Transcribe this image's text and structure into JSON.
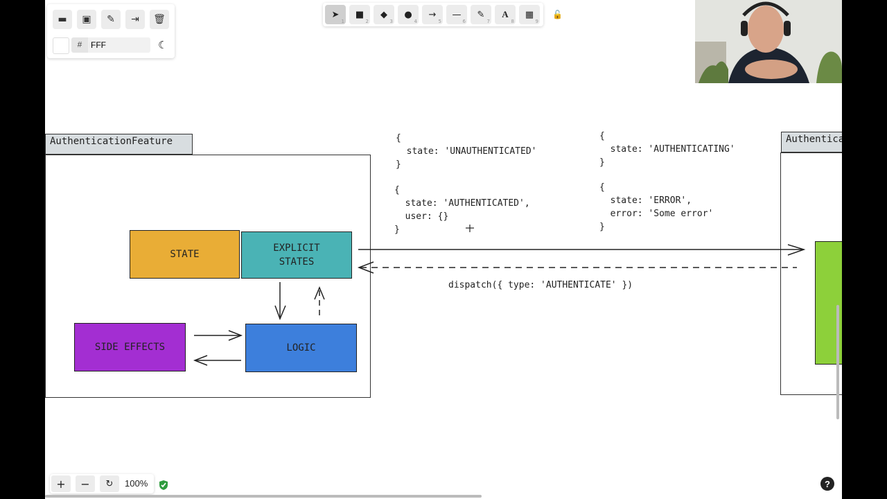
{
  "panel": {
    "buttons": [
      "open-icon",
      "save-icon",
      "export-image-icon",
      "export-file-icon",
      "trash-icon"
    ],
    "color_hash": "#",
    "color_value": "FFF"
  },
  "toolbar": {
    "tools": [
      {
        "icon": "pointer-icon",
        "num": "1",
        "glyph": "➤"
      },
      {
        "icon": "rectangle-icon",
        "num": "2",
        "glyph": "■"
      },
      {
        "icon": "diamond-icon",
        "num": "3",
        "glyph": "◆"
      },
      {
        "icon": "ellipse-icon",
        "num": "4",
        "glyph": "●"
      },
      {
        "icon": "arrow-icon",
        "num": "5",
        "glyph": "→"
      },
      {
        "icon": "line-icon",
        "num": "6",
        "glyph": "—"
      },
      {
        "icon": "pencil-icon",
        "num": "7",
        "glyph": "✎"
      },
      {
        "icon": "text-icon",
        "num": "8",
        "glyph": "A"
      },
      {
        "icon": "library-icon",
        "num": "9",
        "glyph": "▦"
      }
    ]
  },
  "diagram": {
    "left_tab": "AuthenticationFeature",
    "right_tab": "Authentica",
    "blocks": {
      "state": "STATE",
      "explicit_states_line1": "EXPLICIT",
      "explicit_states_line2": "STATES",
      "side_effects": "SIDE EFFECTS",
      "logic": "LOGIC"
    },
    "code_unauth": "{\n  state: 'UNAUTHENTICATED'\n}",
    "code_authenticating": "{\n  state: 'AUTHENTICATING'\n}",
    "code_auth": "{\n  state: 'AUTHENTICATED',\n  user: {}\n}",
    "code_error": "{\n  state: 'ERROR',\n  error: 'Some error'\n}",
    "dispatch": "dispatch({ type: 'AUTHENTICATE' })"
  },
  "colors": {
    "state": "#e9ad36",
    "explicit_states": "#4ab3b5",
    "side_effects": "#a32ed2",
    "logic": "#3d7fdc",
    "right_block": "#8dd03a",
    "tab_bg": "#d8dde0"
  },
  "zoom": {
    "zoom_in": "+",
    "zoom_out": "−",
    "level": "100%"
  }
}
